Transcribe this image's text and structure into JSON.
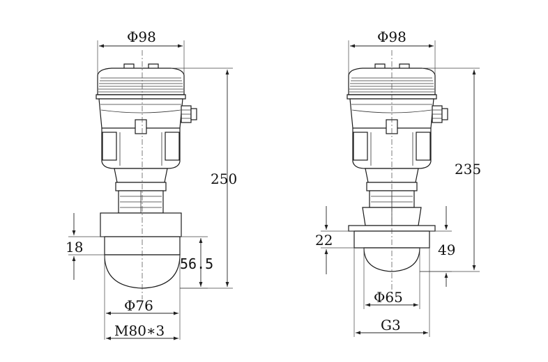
{
  "left_view": {
    "top_diameter": "Φ98",
    "overall_height": "250",
    "flange_height": "18",
    "horn_height": "56.5",
    "horn_diameter": "Φ76",
    "thread": "M80∗3"
  },
  "right_view": {
    "top_diameter": "Φ98",
    "overall_height": "235",
    "flange_height": "22",
    "horn_height": "49",
    "horn_diameter": "Φ65",
    "thread": "G3"
  },
  "colors": {
    "line": "#1a1a1a",
    "background": "#ffffff"
  }
}
